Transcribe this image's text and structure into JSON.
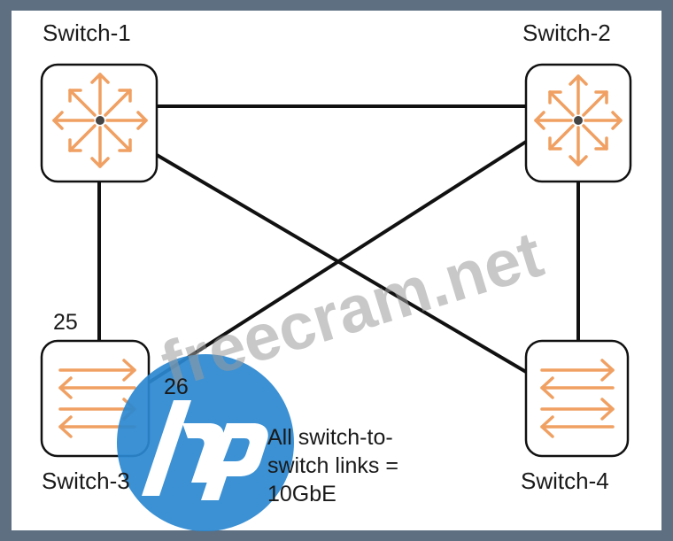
{
  "switches": [
    {
      "id": "switch-1",
      "label": "Switch-1",
      "type": "routing"
    },
    {
      "id": "switch-2",
      "label": "Switch-2",
      "type": "routing"
    },
    {
      "id": "switch-3",
      "label": "Switch-3",
      "type": "layer2"
    },
    {
      "id": "switch-4",
      "label": "Switch-4",
      "type": "layer2"
    }
  ],
  "links": [
    {
      "from": "switch-1",
      "to": "switch-2"
    },
    {
      "from": "switch-1",
      "to": "switch-3",
      "port_label": "25"
    },
    {
      "from": "switch-1",
      "to": "switch-4"
    },
    {
      "from": "switch-2",
      "to": "switch-3",
      "port_label": "26"
    },
    {
      "from": "switch-2",
      "to": "switch-4"
    }
  ],
  "ports": {
    "port_25": "25",
    "port_26": "26"
  },
  "note": {
    "line1": "All switch-to-",
    "line2": "switch links =",
    "line3": "10GbE"
  },
  "watermark": {
    "text": "freecram.net",
    "logo": "hp-logo"
  },
  "colors": {
    "frame": "#5d6f81",
    "icon_orange": "#f0a062",
    "link": "#111111",
    "logo_blue": "#2a88d0",
    "watermark_gray": "#b8b8b8"
  }
}
